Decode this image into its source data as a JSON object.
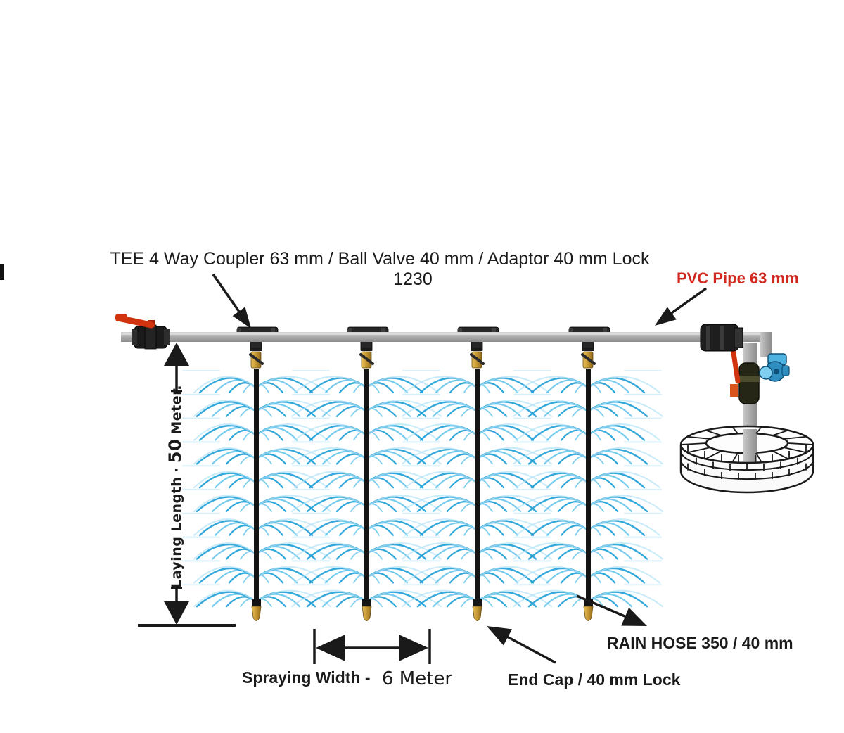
{
  "title": {
    "line1": "TEE 4 Way Coupler 63 mm / Ball Valve 40 mm / Adaptor 40 mm Lock",
    "line2": "1230"
  },
  "labels": {
    "pvc_pipe": "PVC Pipe 63 mm",
    "rain_hose": "RAIN HOSE 350 / 40 mm",
    "end_cap": "End Cap / 40 mm Lock",
    "spraying_width": "Spraying Width -",
    "spraying_width_value": "6 Meter",
    "laying_length_prefix": "Laying Length",
    "laying_length_sep": "·",
    "laying_length_value": "50",
    "laying_length_suffix": "Meter."
  },
  "colors": {
    "ink": "#1b1b1b",
    "red": "#d02a20",
    "spray_deep": "#1e9fd6",
    "spray_mid": "#55bfe8",
    "spray_pale": "#b4e2f6",
    "pipe_gray": "#ababab",
    "fitting_black": "#262626",
    "brass": "#c69733",
    "valve_red": "#d2330f",
    "pump_blue": "#3fa9dc"
  },
  "diagram": {
    "lateral_hose_count": 4,
    "spray_rows_per_hose": 10
  }
}
